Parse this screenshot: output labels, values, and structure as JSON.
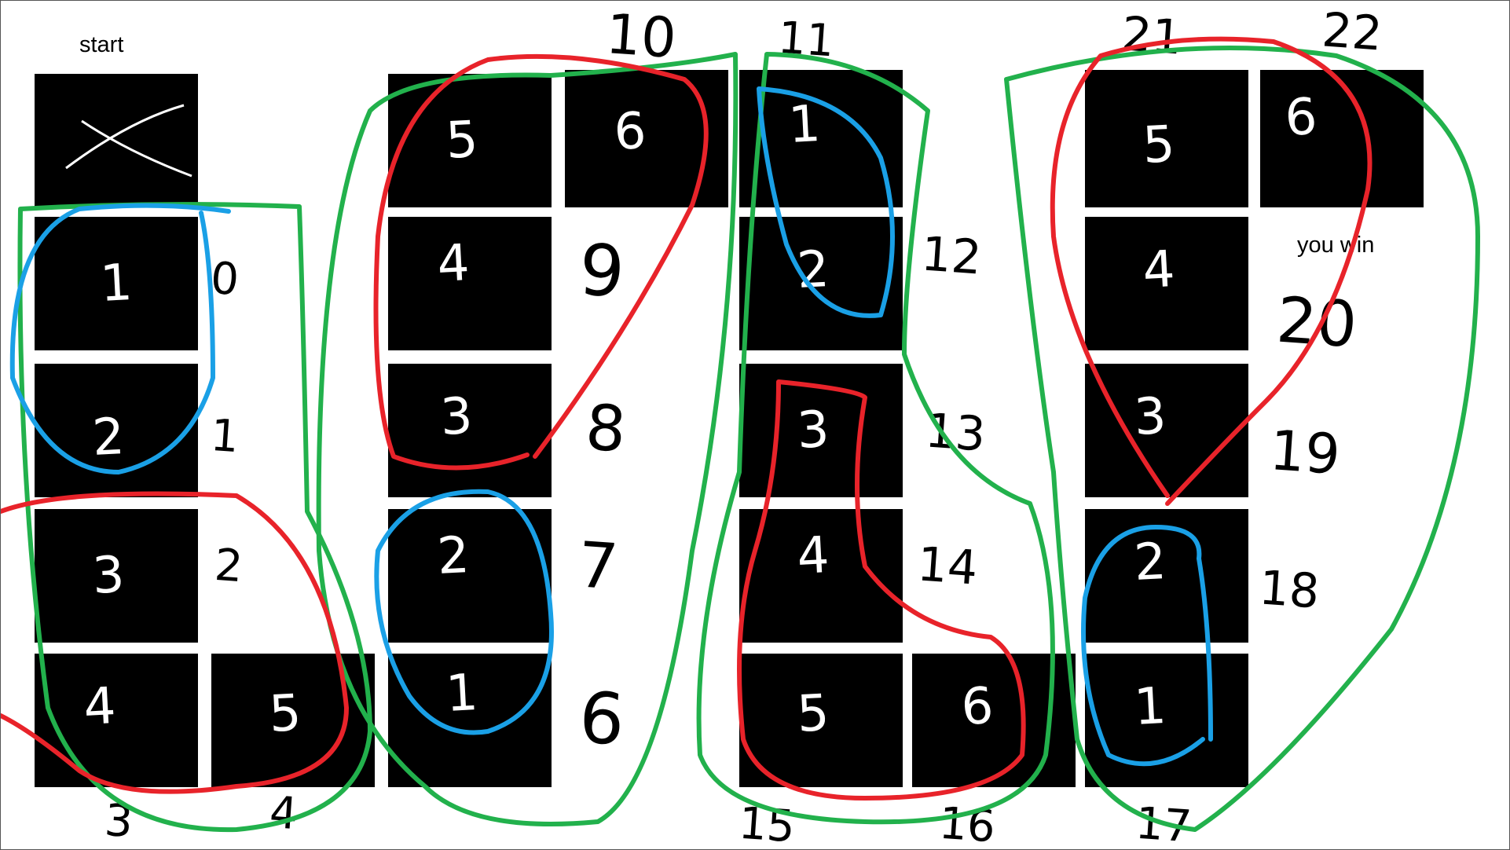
{
  "labels": {
    "start": "start",
    "you_win": "you win"
  },
  "start_mark": "X",
  "tiles": [
    "1",
    "2",
    "3",
    "4",
    "5",
    "5",
    "4",
    "3",
    "2",
    "1",
    "6",
    "1",
    "2",
    "3",
    "4",
    "5",
    "6",
    "5",
    "4",
    "3",
    "2",
    "1",
    "6"
  ],
  "step_numbers": [
    "0",
    "1",
    "2",
    "3",
    "4",
    "6",
    "7",
    "8",
    "9",
    "10",
    "11",
    "12",
    "13",
    "14",
    "15",
    "16",
    "17",
    "18",
    "19",
    "20",
    "21",
    "22"
  ],
  "stroke_colors": {
    "red": "#e8232a",
    "blue": "#1aa0e6",
    "green": "#22b14c"
  }
}
